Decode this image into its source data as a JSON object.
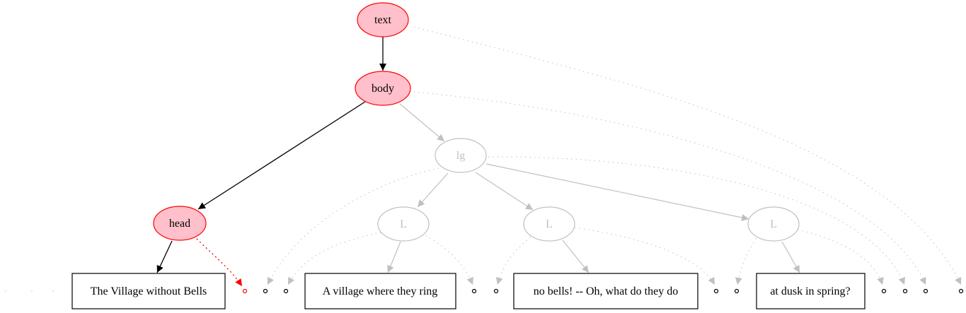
{
  "colors": {
    "active_fill": "#ffc0cb",
    "active_stroke": "#ff0000",
    "active_text": "#000000",
    "inactive_stroke": "#c0c0c0",
    "inactive_text": "#c0c0c0",
    "box_stroke": "#000000",
    "box_text": "#000000",
    "highlight_edge": "#ff0000"
  },
  "nodes": {
    "text": "text",
    "body": "body",
    "head": "head",
    "lg": "lg",
    "l1": "L",
    "l2": "L",
    "l3": "L"
  },
  "boxes": {
    "b1": "The Village without Bells",
    "b2": "A village where they ring",
    "b3": "no bells! -- Oh, what do they do",
    "b4": "at dusk in spring?"
  }
}
